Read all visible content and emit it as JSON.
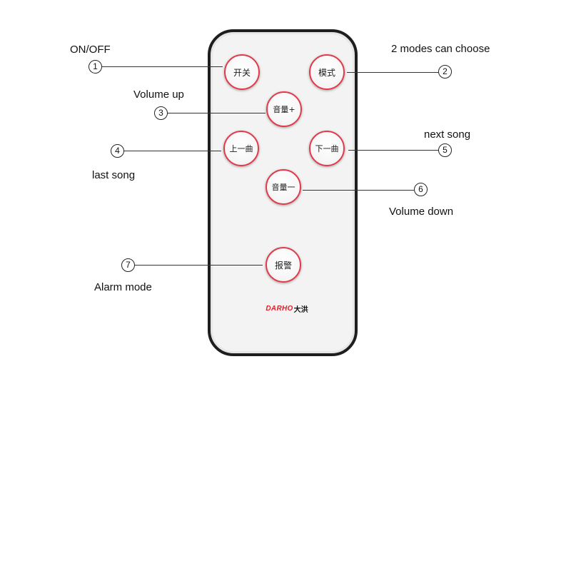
{
  "remote": {
    "buttons": [
      {
        "key": "power",
        "text": "开关"
      },
      {
        "key": "mode",
        "text": "模式"
      },
      {
        "key": "vol_up",
        "text": "音量+"
      },
      {
        "key": "prev",
        "text": "上一曲"
      },
      {
        "key": "next",
        "text": "下一曲"
      },
      {
        "key": "vol_down",
        "text": "音量一"
      },
      {
        "key": "alarm",
        "text": "报警"
      }
    ],
    "brand_latin": "DARHO",
    "brand_cjk": "大洪",
    "accent_color": "#e13a4a",
    "brand_color": "#e1202b"
  },
  "callouts": [
    {
      "num": "1",
      "label": "ON/OFF"
    },
    {
      "num": "2",
      "label": "2 modes can choose"
    },
    {
      "num": "3",
      "label": "Volume up"
    },
    {
      "num": "4",
      "label": "last song"
    },
    {
      "num": "5",
      "label": "next song"
    },
    {
      "num": "6",
      "label": "Volume down"
    },
    {
      "num": "7",
      "label": "Alarm mode"
    }
  ]
}
